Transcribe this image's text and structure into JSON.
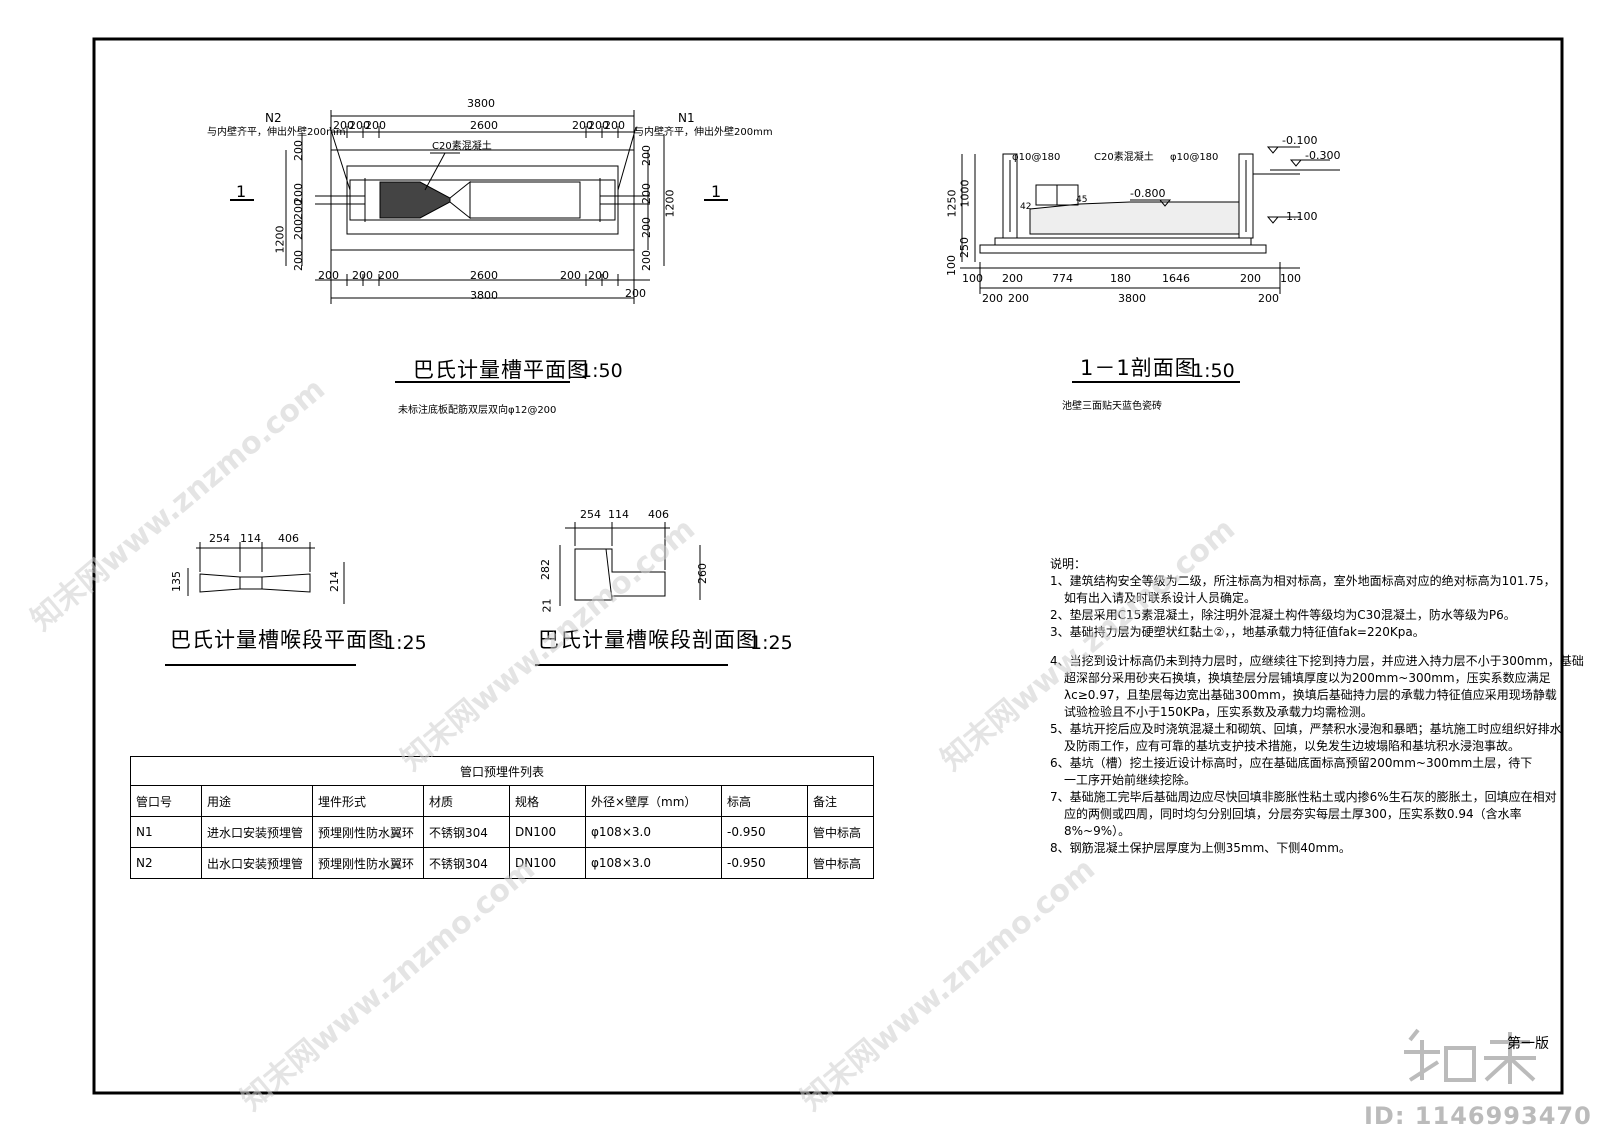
{
  "plan": {
    "title": "巴氏计量槽平面图",
    "scale": "1:50",
    "note": "未标注底板配筋双层双向φ12@200",
    "section_mark": "1",
    "n2_label": "N2",
    "n1_label": "N1",
    "pipe_note_left": "与内壁齐平，伸出外壁200mm",
    "pipe_note_right": "与内壁齐平，伸出外壁200mm",
    "concrete_label": "C20素混凝土",
    "dims_top_total": "3800",
    "dims_top": [
      "200",
      "200",
      "200",
      "2600",
      "200",
      "200",
      "200"
    ],
    "dims_bottom": [
      "200",
      "200",
      "200",
      "2600",
      "200",
      "200",
      "200"
    ],
    "dims_bottom_total": "3800",
    "dims_left": [
      "200",
      "200",
      "200",
      "200",
      "200",
      "1200",
      "200"
    ],
    "dims_right": [
      "200",
      "200",
      "200",
      "200",
      "1200"
    ]
  },
  "section": {
    "title": "1－1剖面图",
    "scale": "1:50",
    "note": "池壁三面贴天蓝色瓷砖",
    "rebar_left": "φ10@180",
    "rebar_right": "φ10@180",
    "concrete_label": "C20素混凝土",
    "elev_1": "-0.100",
    "elev_2": "-0.300",
    "elev_3": "-0.800",
    "elev_4": "-1.100",
    "dims_left": [
      "1250",
      "1000",
      "250",
      "100"
    ],
    "dims_bottom_row1": [
      "100",
      "200",
      "774",
      "180",
      "1646",
      "200",
      "100"
    ],
    "dims_bottom_row2": [
      "200",
      "200",
      "3800",
      "200"
    ],
    "dim_42": "42",
    "dim_45": "45"
  },
  "throat_plan": {
    "title": "巴氏计量槽喉段平面图",
    "scale": "1:25",
    "dims_top": [
      "254",
      "114",
      "406"
    ],
    "dim_left": "135",
    "dim_right": "214"
  },
  "throat_section": {
    "title": "巴氏计量槽喉段剖面图",
    "scale": "1:25",
    "dims_top": [
      "254",
      "114",
      "406"
    ],
    "dim_left": "282",
    "dim_left_small": "21",
    "dim_right": "260"
  },
  "table": {
    "caption": "管口预埋件列表",
    "headers": [
      "管口号",
      "用途",
      "埋件形式",
      "材质",
      "规格",
      "外径×壁厚（mm）",
      "标高",
      "备注"
    ],
    "rows": [
      [
        "N1",
        "进水口安装预埋管",
        "预埋刚性防水翼环",
        "不锈钢304",
        "DN100",
        "φ108×3.0",
        "-0.950",
        "管中标高"
      ],
      [
        "N2",
        "出水口安装预埋管",
        "预埋刚性防水翼环",
        "不锈钢304",
        "DN100",
        "φ108×3.0",
        "-0.950",
        "管中标高"
      ]
    ]
  },
  "notes": {
    "heading": "说明：",
    "lines": [
      "1、建筑结构安全等级为二级，所注标高为相对标高，室外地面标高对应的绝对标高为101.75，",
      "如有出入请及时联系设计人员确定。",
      "2、垫层采用C15素混凝土，除注明外混凝土构件等级均为C30混凝土，防水等级为P6。",
      "3、基础持力层为硬塑状红黏土②，，地基承载力特征值fak=220Kpa。",
      "",
      "4、当挖到设计标高仍未到持力层时，应继续往下挖到持力层，并应进入持力层不小于300mm，基础",
      "超深部分采用砂夹石换填，换填垫层分层铺填厚度以为200mm~300mm，压实系数应满足",
      "λc≥0.97，且垫层每边宽出基础300mm，换填后基础持力层的承载力特征值应采用现场静载",
      "试验检验且不小于150KPa，压实系数及承载力均需检测。",
      "5、基坑开挖后应及时浇筑混凝土和砌筑、回填，严禁积水浸泡和暴晒；基坑施工时应组织好排水",
      "及防雨工作，应有可靠的基坑支护技术措施，以免发生边坡塌陷和基坑积水浸泡事故。",
      "6、基坑（槽）挖土接近设计标高时，应在基础底面标高预留200mm~300mm土层，待下",
      "一工序开始前继续挖除。",
      "7、基础施工完毕后基础周边应尽快回填非膨胀性粘土或内掺6%生石灰的膨胀土，回填应在相对",
      "应的两侧或四周，同时均匀分别回填，分层夯实每层土厚300，压实系数0.94（含水率",
      "8%~9%）。",
      "8、钢筋混凝土保护层厚度为上侧35mm、下侧40mm。"
    ]
  },
  "footer": {
    "edition": "第一版",
    "brand": "知末",
    "id_text": "ID: 1146993470",
    "watermark": "知末网www.znzmo.com"
  }
}
